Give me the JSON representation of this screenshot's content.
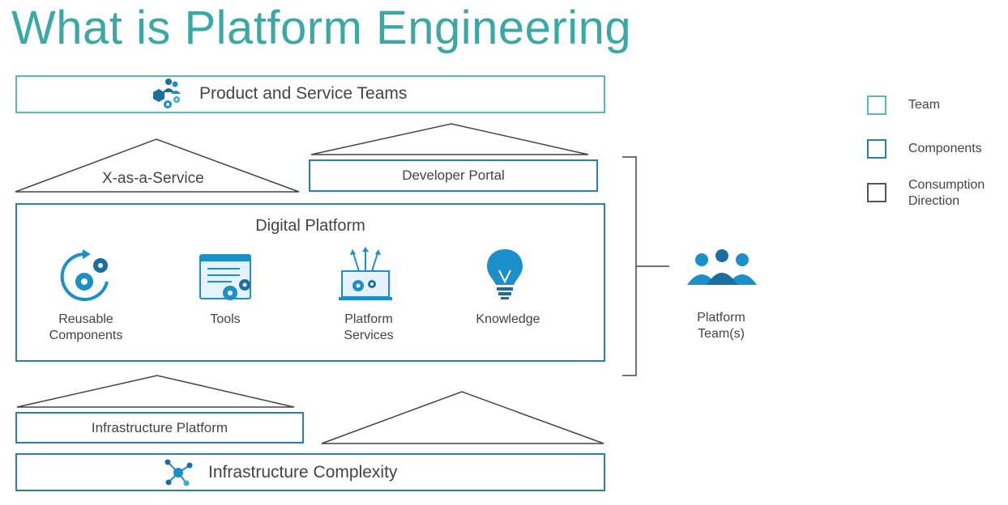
{
  "title": "What is Platform Engineering",
  "product_teams": {
    "label": "Product and Service Teams",
    "icon": "team-gears-icon"
  },
  "xaas": {
    "label": "X-as-a-Service"
  },
  "developer_portal": {
    "label": "Developer Portal"
  },
  "digital_platform": {
    "label": "Digital Platform",
    "items": [
      {
        "line1": "Reusable",
        "line2": "Components",
        "icon": "reusable-gears-icon"
      },
      {
        "line1": "Tools",
        "line2": "",
        "icon": "tools-window-icon"
      },
      {
        "line1": "Platform",
        "line2": "Services",
        "icon": "platform-services-icon"
      },
      {
        "line1": "Knowledge",
        "line2": "",
        "icon": "lightbulb-icon"
      }
    ]
  },
  "infrastructure_platform": {
    "label": "Infrastructure Platform"
  },
  "infrastructure_complexity": {
    "label": "Infrastructure Complexity",
    "icon": "network-nodes-icon"
  },
  "platform_team": {
    "line1": "Platform",
    "line2": "Team(s)",
    "icon": "people-group-icon"
  },
  "legend": [
    {
      "label": "Team",
      "color": "#5ab9b6"
    },
    {
      "label": "Components",
      "color": "#2a7fb0"
    },
    {
      "label": "Consumption",
      "label2": "Direction",
      "color": "#555555"
    }
  ],
  "colors": {
    "teal": "#3aa9a5",
    "team_border": "#5ab9b6",
    "component_border": "#2a7fb0",
    "icon_blue": "#1b8fc9",
    "line": "#444444"
  }
}
